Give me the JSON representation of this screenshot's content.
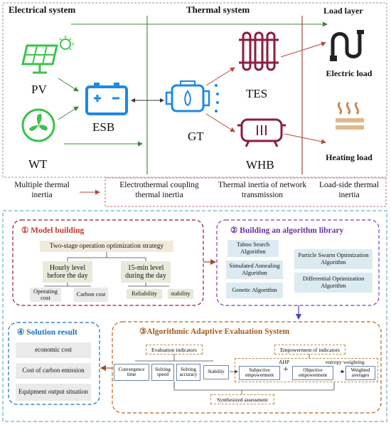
{
  "top": {
    "sections": {
      "electrical": "Electrical system",
      "thermal": "Thermal system",
      "load": "Load layer"
    },
    "devices": {
      "pv": "PV",
      "wt": "WT",
      "esb": "ESB",
      "gt": "GT",
      "tes": "TES",
      "whb": "WHB",
      "electric_load": "Electric load",
      "heating_load": "Heating load"
    },
    "inertia": {
      "multiple": "Multiple thermal inertia",
      "coupling": "Electrothermal coupling thermal inertia",
      "network": "Thermal inertia of network transmission",
      "load_side": "Load-side thermal inertia"
    }
  },
  "model_building": {
    "title": "① Model building",
    "strategy": "Two-stage operation optimization strategy",
    "hourly": "Hourly level before the day",
    "min15": "15-min level during the day",
    "operating_cost": "Operating cost",
    "carbon_cost": "Carbon cost",
    "reliability": "Reliability",
    "stability": "stability"
  },
  "algorithm_library": {
    "title": "② Building an algorithm library",
    "taboo": "Taboo Search Algorithm",
    "annealing": "Simulated Annealing Algorithm",
    "genetic": "Genetic Algorithm",
    "pso": "Particle Swarm Optimization Algorithm",
    "differential": "Differential Optimization Algorithm"
  },
  "evaluation": {
    "title": "③Algorithmic Adaptive Evaluation System",
    "indicators": "Evaluation indicators",
    "convergence": "Convergence time",
    "speed": "Solving speed",
    "accuracy": "Solving accuracy",
    "stability": "Stability",
    "empowerment": "Empowerment of indicators",
    "ahp": "AHP",
    "entropy": "entropy weighting",
    "subjective": "Subjective empowerment",
    "plus": "+",
    "objective": "Objective empowerment",
    "weighted": "Weighted averages",
    "synthesized": "Synthesized assessment"
  },
  "solution": {
    "title": "④ Solution result",
    "economic": "economic cost",
    "carbon": "Cost of carbon emission",
    "equipment": "Equipment output situation"
  },
  "colors": {
    "green": "#3ec24a",
    "blue": "#1e88e5",
    "maroon": "#8b1e3f",
    "red": "#c0392b",
    "purple": "#7b3fb3",
    "orange_brown": "#b5651d",
    "teal_dash": "#4a9bb5"
  }
}
